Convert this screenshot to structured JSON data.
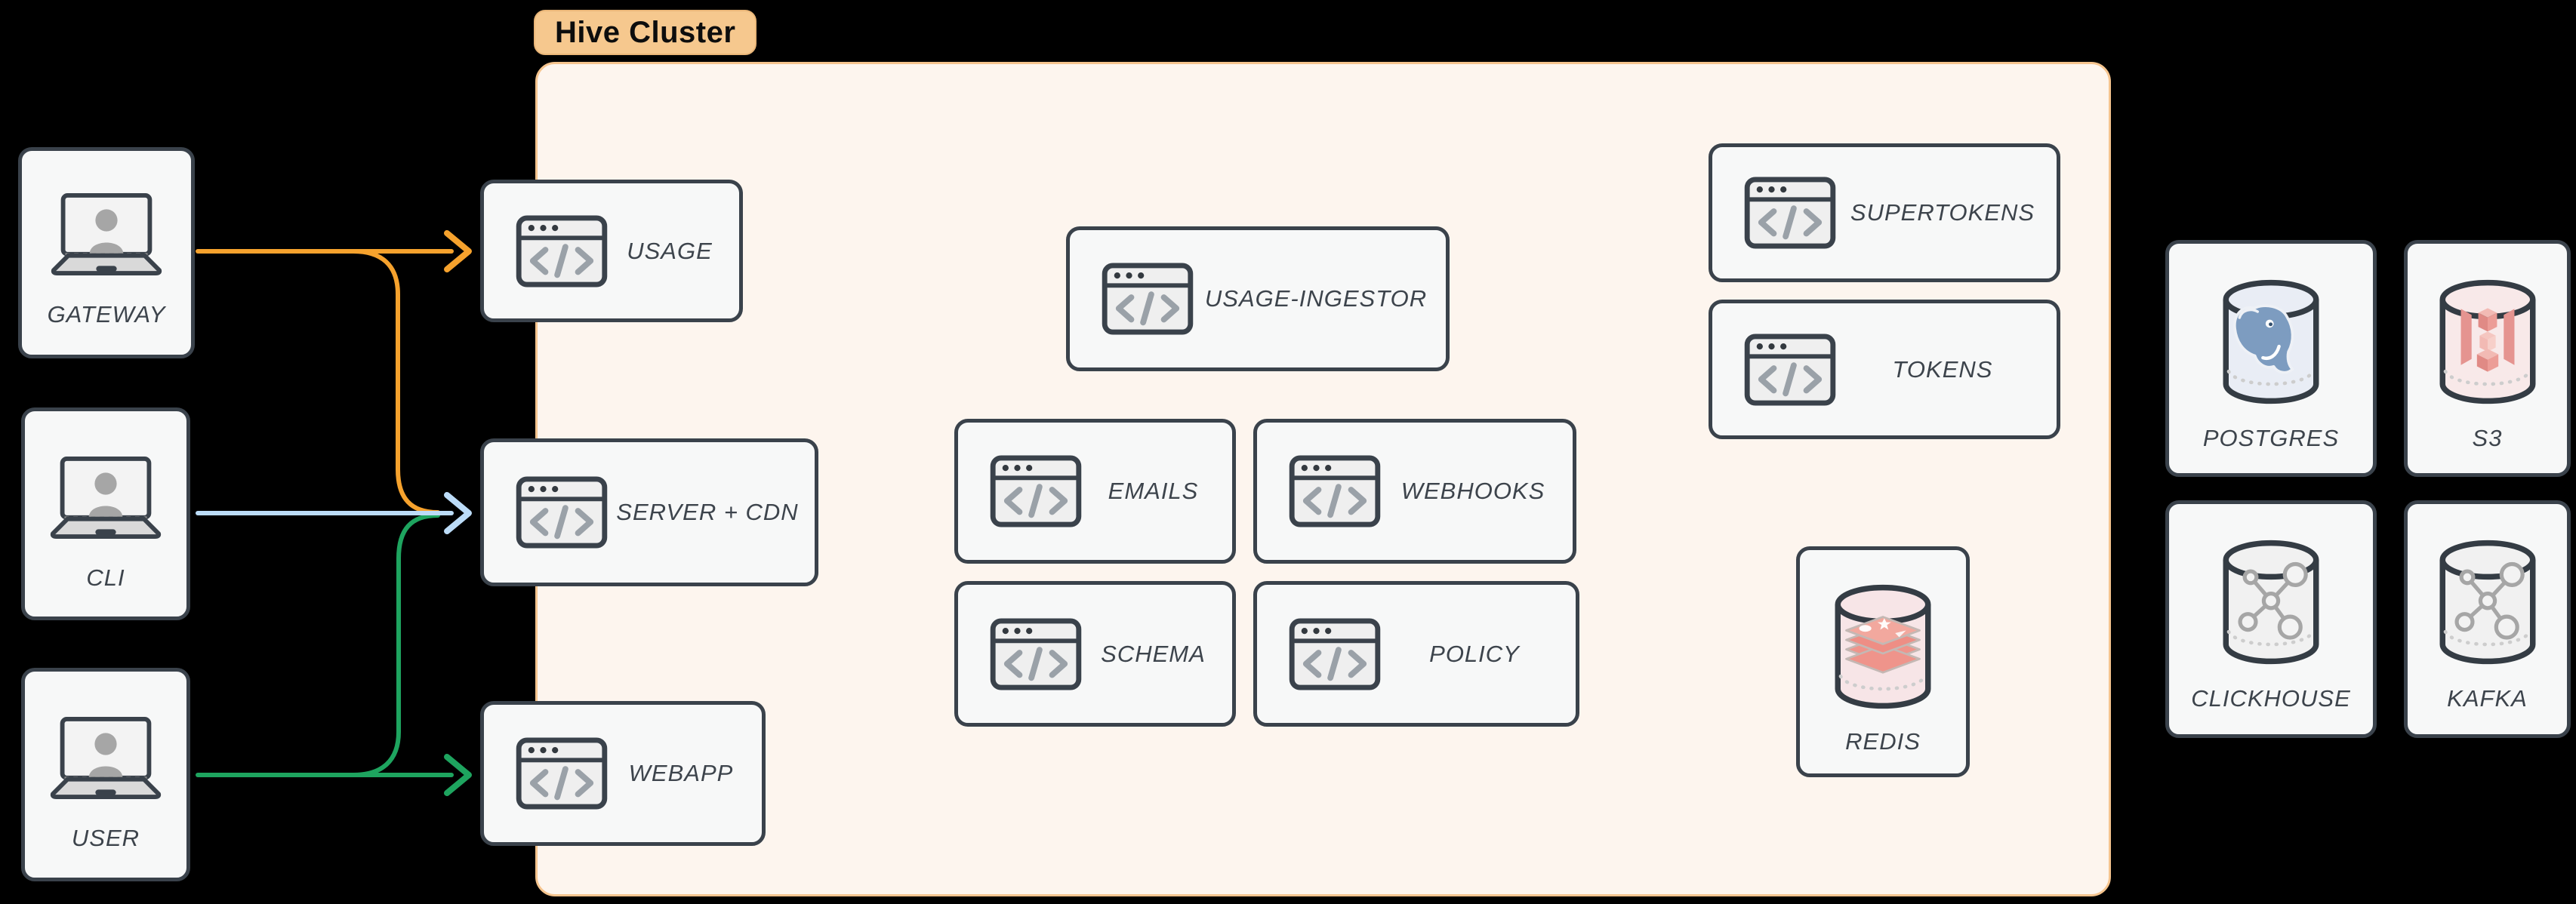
{
  "cluster": {
    "label": "Hive Cluster"
  },
  "actors": [
    {
      "id": "gateway",
      "label": "GATEWAY",
      "icon": "laptop-user-icon"
    },
    {
      "id": "cli",
      "label": "CLI",
      "icon": "laptop-user-icon"
    },
    {
      "id": "user",
      "label": "USER",
      "icon": "laptop-user-icon"
    }
  ],
  "services": [
    {
      "id": "usage",
      "label": "USAGE",
      "icon": "code-window-icon"
    },
    {
      "id": "server-cdn",
      "label": "SERVER + CDN",
      "icon": "code-window-icon"
    },
    {
      "id": "webapp",
      "label": "WEBAPP",
      "icon": "code-window-icon"
    },
    {
      "id": "usage-ingestor",
      "label": "USAGE-INGESTOR",
      "icon": "code-window-icon"
    },
    {
      "id": "emails",
      "label": "EMAILS",
      "icon": "code-window-icon"
    },
    {
      "id": "webhooks",
      "label": "WEBHOOKS",
      "icon": "code-window-icon"
    },
    {
      "id": "schema",
      "label": "SCHEMA",
      "icon": "code-window-icon"
    },
    {
      "id": "policy",
      "label": "POLICY",
      "icon": "code-window-icon"
    },
    {
      "id": "supertokens",
      "label": "SUPERTOKENS",
      "icon": "code-window-icon"
    },
    {
      "id": "tokens",
      "label": "TOKENS",
      "icon": "code-window-icon"
    }
  ],
  "cache": {
    "id": "redis",
    "label": "REDIS",
    "icon": "redis-database-icon"
  },
  "datastores": [
    {
      "id": "postgres",
      "label": "POSTGRES",
      "icon": "postgres-database-icon"
    },
    {
      "id": "s3",
      "label": "S3",
      "icon": "s3-database-icon"
    },
    {
      "id": "clickhouse",
      "label": "CLICKHOUSE",
      "icon": "clickhouse-database-icon"
    },
    {
      "id": "kafka",
      "label": "KAFKA",
      "icon": "kafka-database-icon"
    }
  ],
  "edges": [
    {
      "from": "GATEWAY",
      "to": "USAGE",
      "color": "#f6a22d"
    },
    {
      "from": "GATEWAY",
      "to": "SERVER + CDN",
      "color": "#f6a22d"
    },
    {
      "from": "CLI",
      "to": "SERVER + CDN",
      "color": "#bcdcf8"
    },
    {
      "from": "USER",
      "to": "SERVER + CDN",
      "color": "#1ea45f"
    },
    {
      "from": "USER",
      "to": "WEBAPP",
      "color": "#1ea45f"
    }
  ],
  "colors": {
    "canvas_bg": "#000000",
    "cluster_fill": "#fdf5ee",
    "cluster_border": "#f5c48e",
    "cluster_label_bg": "#f6c88e",
    "card_fill": "#f7f8f8",
    "card_border": "#3a424b",
    "label_text": "#3d444c",
    "edge_orange": "#f6a22d",
    "edge_blue": "#bcdcf8",
    "edge_green": "#1ea45f",
    "postgres_cylinder": "#e9edf5",
    "s3_cylinder": "#f8e9e9",
    "gray_cylinder": "#f1f1f1",
    "redis_cylinder": "#f7e5e7"
  }
}
